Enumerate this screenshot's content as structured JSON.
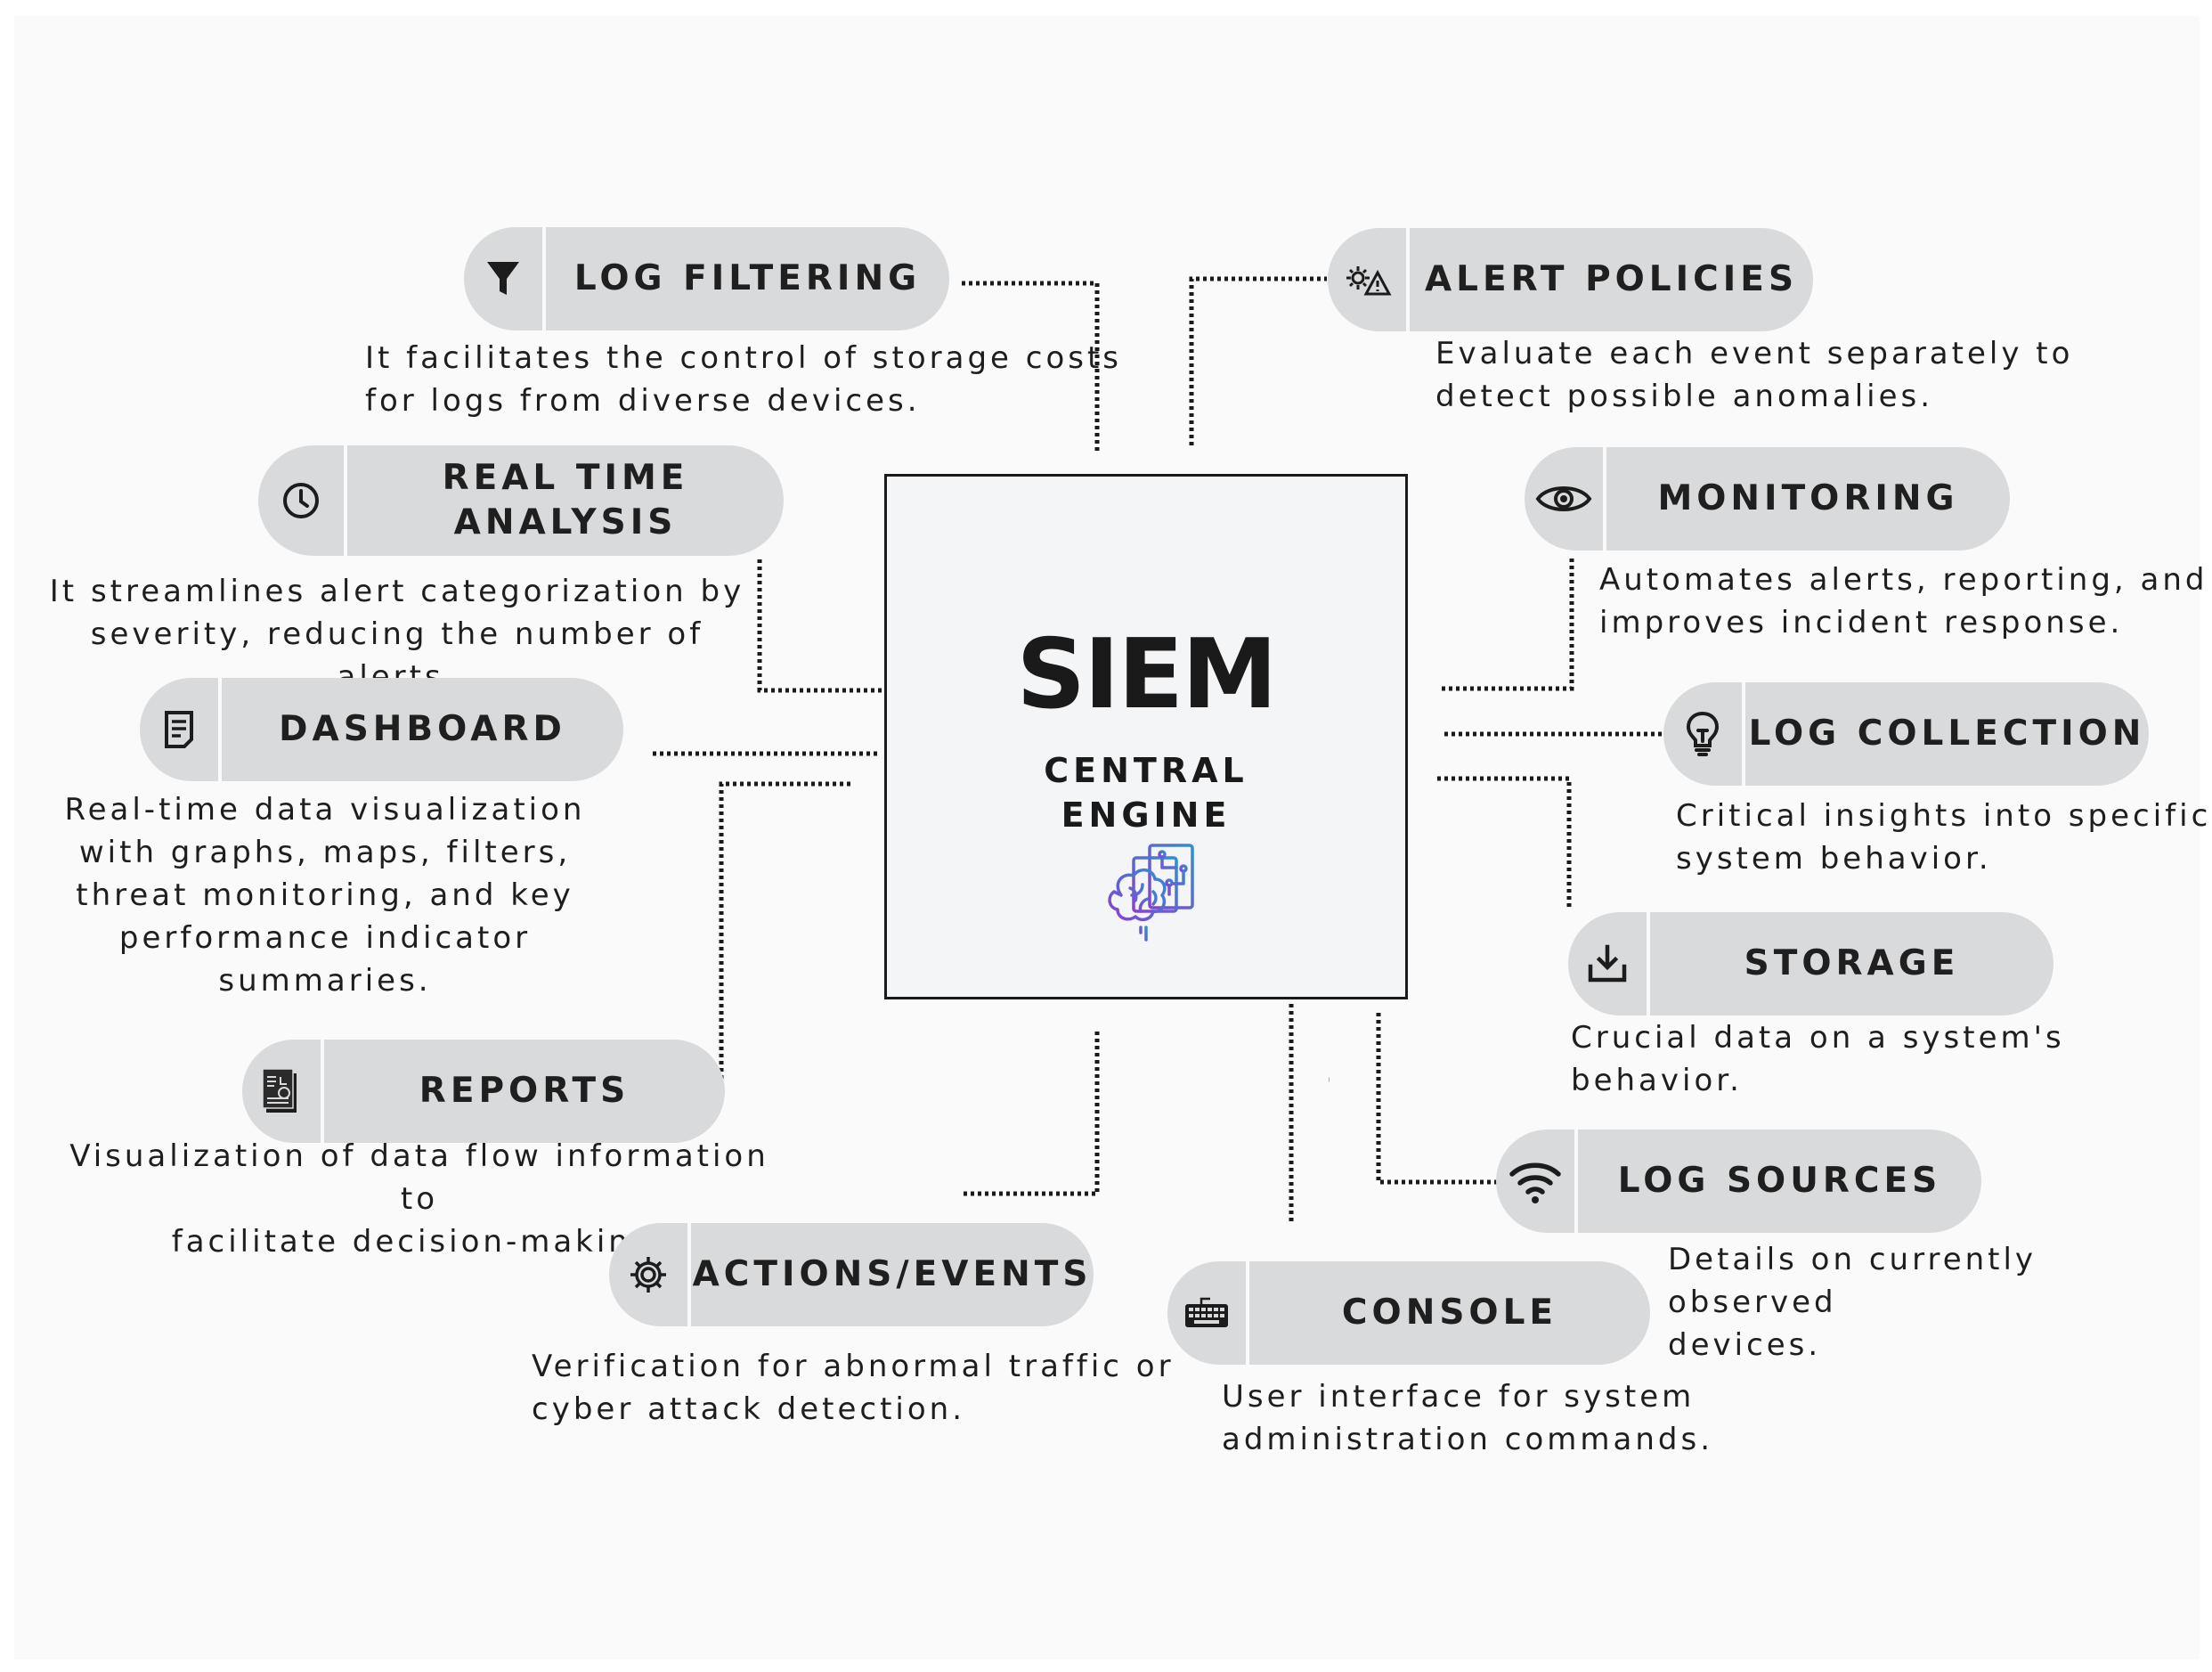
{
  "hub": {
    "title": "SIEM",
    "subtitle": "CENTRAL\nENGINE",
    "icon": "brain-circuit-icon"
  },
  "nodes": {
    "log_filtering": {
      "label": "LOG FILTERING",
      "icon": "funnel-icon",
      "description": "It facilitates the control of storage costs\nfor logs from diverse devices."
    },
    "real_time_analysis": {
      "label": "REAL TIME\nANALYSIS",
      "icon": "clock-icon",
      "description": "It streamlines alert categorization by\nseverity, reducing the number of alerts."
    },
    "dashboard": {
      "label": "DASHBOARD",
      "icon": "document-icon",
      "description": "Real-time data visualization\nwith graphs, maps, filters,\nthreat monitoring, and key\nperformance indicator\nsummaries."
    },
    "reports": {
      "label": "REPORTS",
      "icon": "report-chart-icon",
      "description": "Visualization of data flow information to\nfacilitate decision-making."
    },
    "actions_events": {
      "label": "ACTIONS/EVENTS",
      "icon": "gear-icon",
      "description": "Verification for abnormal traffic or\ncyber attack detection."
    },
    "alert_policies": {
      "label": "ALERT POLICIES",
      "icon": "alert-gear-icon",
      "description": "Evaluate each event separately to\ndetect possible anomalies."
    },
    "monitoring": {
      "label": "MONITORING",
      "icon": "eye-icon",
      "description": "Automates alerts, reporting, and\nimproves incident response."
    },
    "log_collection": {
      "label": "LOG COLLECTION",
      "icon": "lightbulb-icon",
      "description": "Critical insights into specific\nsystem behavior."
    },
    "storage": {
      "label": "STORAGE",
      "icon": "download-tray-icon",
      "description": "Crucial data on a system's\nbehavior."
    },
    "log_sources": {
      "label": "LOG SOURCES",
      "icon": "wifi-icon",
      "description": "Details on currently observed\ndevices."
    },
    "console": {
      "label": "CONSOLE",
      "icon": "keyboard-icon",
      "description": "User interface for system\nadministration commands."
    }
  },
  "colors": {
    "pill": "#d9dadb",
    "connector": "#1a1a1a",
    "hub_fill": "#f4f5f7",
    "brain_gradient": [
      "#8a3fd1",
      "#2f8fd6"
    ]
  }
}
